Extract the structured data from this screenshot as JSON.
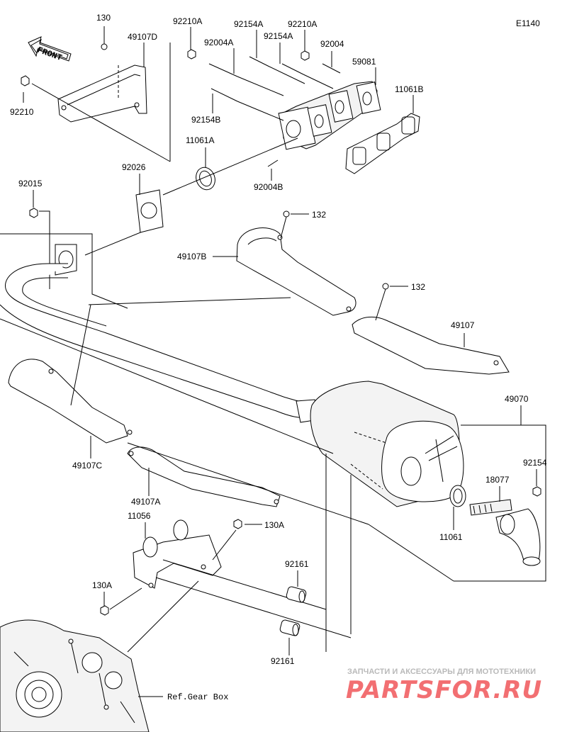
{
  "diagram_code": "E1140",
  "front_label": "FRONT",
  "ref_label": "Ref.Gear Box",
  "watermark": {
    "line1": "ЗАПЧАСТИ И АКСЕССУАРЫ ДЛЯ МОТОТЕХНИКИ",
    "line2": "PARTSFOR.RU"
  },
  "parts": {
    "p130_top": "130",
    "p49107D": "49107D",
    "p92210A_1": "92210A",
    "p92154A_1": "92154A",
    "p92210A_2": "92210A",
    "p92004A": "92004A",
    "p92154A_2": "92154A",
    "p92004": "92004",
    "p59081": "59081",
    "p11061B": "11061B",
    "p92210": "92210",
    "p92154B": "92154B",
    "p11061A": "11061A",
    "p92026": "92026",
    "p92004B": "92004B",
    "p92015": "92015",
    "p132_1": "132",
    "p49107B": "49107B",
    "p132_2": "132",
    "p49107": "49107",
    "p49070": "49070",
    "p92154": "92154",
    "p18077": "18077",
    "p11061": "11061",
    "p49107C": "49107C",
    "p49107A": "49107A",
    "p11056": "11056",
    "p130A_1": "130A",
    "p130A_2": "130A",
    "p92161_1": "92161",
    "p92161_2": "92161"
  }
}
